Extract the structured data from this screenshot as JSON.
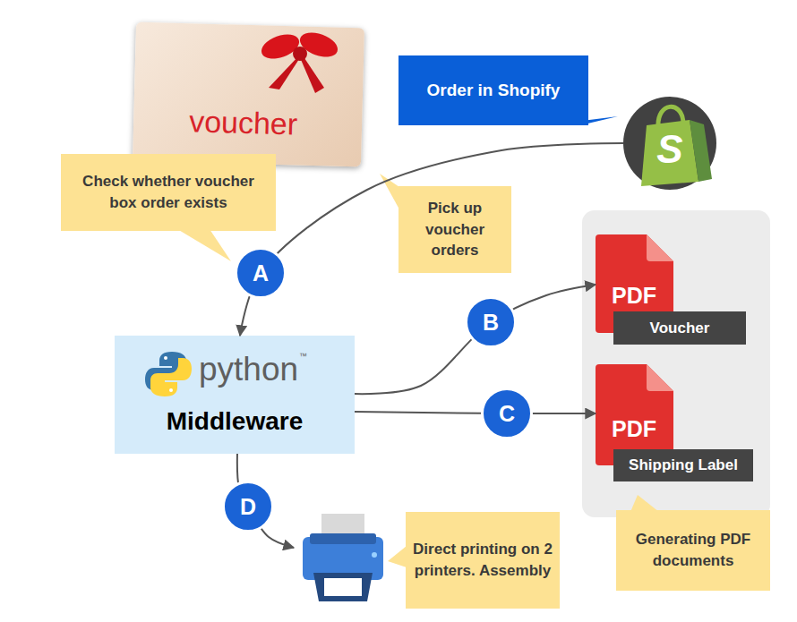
{
  "diagram": {
    "nodes": [
      {
        "text": [
          "voucher"
        ]
      },
      {
        "text": [
          "Order in Shopify"
        ]
      },
      {
        "text": [
          "S"
        ]
      },
      {
        "text": [
          "Check whether voucher box order exists"
        ]
      },
      {
        "text": [
          "Pick up voucher orders"
        ]
      },
      {
        "text": [
          "PDF",
          "Voucher"
        ]
      },
      {
        "text": [
          "python",
          "™",
          "Middleware"
        ]
      },
      {
        "text": [
          "PDF",
          "Shipping Label"
        ]
      },
      {
        "text": []
      },
      {
        "text": [
          "Direct printing on 2 printers. Assembly"
        ]
      },
      {
        "text": [
          "Generating PDF documents"
        ]
      }
    ],
    "edges": [
      {
        "from": 2,
        "to": 6,
        "label": "A",
        "arrow": "to"
      },
      {
        "from": 6,
        "to": 5,
        "label": "B",
        "arrow": "to"
      },
      {
        "from": 6,
        "to": 7,
        "label": "C",
        "arrow": "to"
      },
      {
        "from": 6,
        "to": 8,
        "label": "D",
        "arrow": "to"
      }
    ]
  }
}
